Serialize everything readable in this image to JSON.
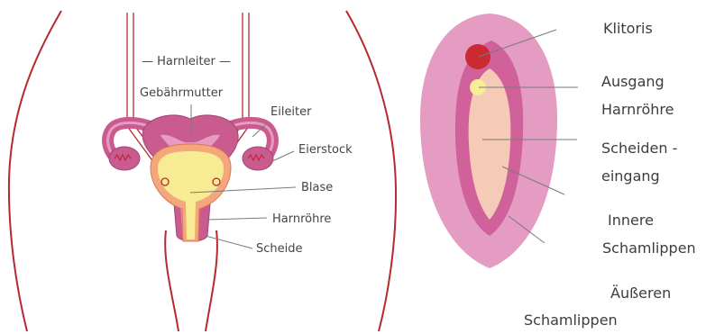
{
  "left_diagram": {
    "labels": {
      "harnleiter": "Harnleiter",
      "gebaermutter": "Gebährmutter",
      "eileiter": "Eileiter",
      "eierstock": "Eierstock",
      "blase": "Blase",
      "harnroehre": "Harnröhre",
      "scheide": "Scheide"
    }
  },
  "right_diagram": {
    "labels": {
      "klitoris": "Klitoris",
      "ausgang_line1": "Ausgang",
      "ausgang_line2": "Harnröhre",
      "scheideneingang_line1": "Scheiden -",
      "scheideneingang_line2": "eingang",
      "innere_line1": "Innere",
      "innere_line2": "Schamlippen",
      "aeussere_line1": "Äußeren",
      "aeussere_line2": "Schamlippen"
    }
  },
  "colors": {
    "body_outline": "#b52a2f",
    "uterus": "#c95b8e",
    "uterus_inner": "#e79bc0",
    "ovary_mark": "#c0283a",
    "bladder_outer": "#f4a77b",
    "bladder_inner": "#f7ec93",
    "outer_labia": "#e49cc2",
    "inner_labia": "#d0619b",
    "vestibule": "#f5cbb7",
    "clitoris": "#cc2a32",
    "urethral_opening": "#f6ed95",
    "leader_line": "#7a7a7a"
  }
}
